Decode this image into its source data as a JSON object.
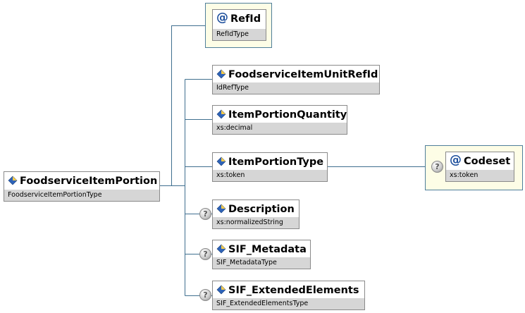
{
  "root": {
    "name": "FoodserviceItemPortion",
    "type": "FoodserviceItemPortionType"
  },
  "attributes": [
    {
      "name": "RefId",
      "type": "RefIdType"
    }
  ],
  "children": [
    {
      "name": "FoodserviceItemUnitRefId",
      "type": "IdRefType",
      "optional": false
    },
    {
      "name": "ItemPortionQuantity",
      "type": "xs:decimal",
      "optional": false
    },
    {
      "name": "ItemPortionType",
      "type": "xs:token",
      "optional": false
    },
    {
      "name": "Description",
      "type": "xs:normalizedString",
      "optional": true
    },
    {
      "name": "SIF_Metadata",
      "type": "SIF_MetadataType",
      "optional": true
    },
    {
      "name": "SIF_ExtendedElements",
      "type": "SIF_ExtendedElementsType",
      "optional": true
    }
  ],
  "item_portion_type_attributes": [
    {
      "name": "Codeset",
      "type": "xs:token",
      "optional": true
    }
  ],
  "optional_symbol": "?",
  "attribute_symbol": "@",
  "icons": {
    "element": "element-icon",
    "attribute": "attribute-icon",
    "optional": "optional-question-icon"
  },
  "colors": {
    "connector": "#3f6f8f",
    "attribute_group_bg": "#fdfde6",
    "type_bar": "#d6d6d6"
  }
}
